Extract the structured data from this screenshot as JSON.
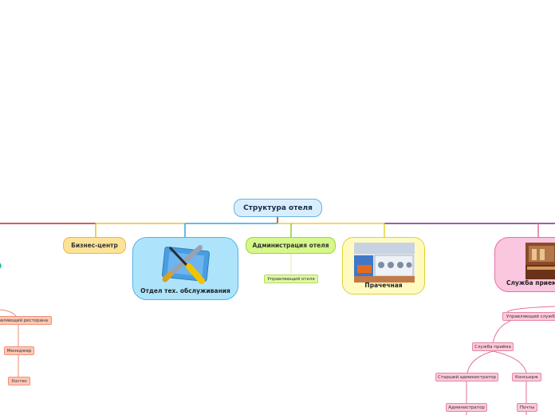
{
  "diagram": {
    "root": "Структура отеля",
    "branches": {
      "business_center": "Бизнес-центр",
      "tech_service": "Отдел тех. обслуживания",
      "hotel_admin": "Администрация отеля",
      "laundry": "Прачечная",
      "reception_service": "Служба приема"
    },
    "admin_children": {
      "hotel_manager": "Управляющий отеля"
    },
    "restaurant_chain": {
      "restaurant_manager": "Управляющий ресторана",
      "manager": "Менеджер",
      "hostess": "Хостес"
    },
    "reception_chain": {
      "service_manager": "Управляющий службы",
      "front_desk": "Служба приёма",
      "senior_admin": "Старший администратор",
      "concierge": "Консьерж",
      "administrator": "Администратор",
      "mail": "Почты"
    }
  },
  "colors": {
    "red": "#c0282d",
    "gold": "#f0bd2c",
    "blue": "#33a6dc",
    "green": "#8dce2c",
    "yellow": "#e6d431",
    "purple": "#7a2a8a",
    "pink": "#e56d9e",
    "salmon": "#ea8b6f",
    "teal": "#17b89c"
  }
}
